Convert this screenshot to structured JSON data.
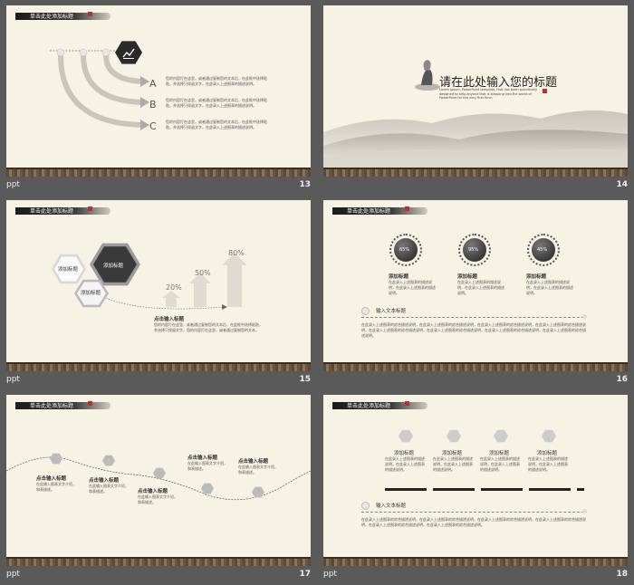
{
  "header_title": "单击此处添加标题",
  "footer_left": "ppt",
  "slides": {
    "s13": {
      "number": "13",
      "letters": [
        "A",
        "B",
        "C"
      ],
      "texts": [
        "您的内容打在这里，或者通过复制您的文本后，在此框中选择粘贴，并选择只保留文字，在此录入上述图表的描述说明。",
        "您的内容打在这里，或者通过复制您的文本后，在此框中选择粘贴，并选择只保留文字，在此录入上述图表的描述说明。",
        "您的内容打在这里，或者通过复制您的文本后，在此框中选择粘贴，并选择只保留文字，在此录入上述图表的描述说明。"
      ]
    },
    "s14": {
      "number": "14",
      "title": "请在此处输入您的标题",
      "subtitle": "Lorem ipsum, PowerPoint template, that has been specifically designed to help anyone that is stepping into the world of PowerPoint for the very first time."
    },
    "s15": {
      "number": "15",
      "hex_labels": [
        "添加标题",
        "添加标题",
        "添加标题"
      ],
      "percents": [
        "20%",
        "50%",
        "80%"
      ],
      "point_title": "点击输入标题",
      "point_text": "您的内容打在这里，或者通过复制您的文本后，在此框中选择粘贴，并选择只保留文字，您的内容打在这里，或者通过复制您的文本。"
    },
    "s16": {
      "number": "16",
      "rings": [
        {
          "value": "65%",
          "title": "添加标题",
          "text": "在此录入上述图表的描述说明，在此录入上述图表的描述说明。"
        },
        {
          "value": "95%",
          "title": "添加标题",
          "text": "在此录入上述图表的描述说明，在此录入上述图表的描述说明。"
        },
        {
          "value": "45%",
          "title": "添加标题",
          "text": "在此录入上述图表的描述说明，在此录入上述图表的描述说明。"
        }
      ],
      "section_title": "输入文本标题",
      "section_text": "在此录入上述图表的综合描述说明，在此录入上述图表的综合描述说明，在此录入上述图表的综合描述说明，在此录入上述图表的综合描述说明，在此录入上述图表的综合描述说明，在此录入上述图表的综合描述说明，在此录入上述图表的综合描述说明，在此录入上述图表的综合描述说明。"
    },
    "s17": {
      "number": "17",
      "points": [
        {
          "title": "点击输入标题",
          "text": "在此输入图表文字介绍，和表描述。"
        },
        {
          "title": "点击输入标题",
          "text": "在此输入图表文字介绍，和表描述。"
        },
        {
          "title": "点击输入标题",
          "text": "在此输入图表文字介绍，和表描述。"
        },
        {
          "title": "点击输入标题",
          "text": "在此输入图表文字介绍，和表描述。"
        },
        {
          "title": "点击输入标题",
          "text": "在此输入图表文字介绍，和表描述。"
        }
      ]
    },
    "s18": {
      "number": "18",
      "cols": [
        {
          "title": "添加标题",
          "text": "在此录入上述图表的描述说明，在此录入上述图表的描述说明。"
        },
        {
          "title": "添加标题",
          "text": "在此录入上述图表的描述说明，在此录入上述图表的描述说明。"
        },
        {
          "title": "添加标题",
          "text": "在此录入上述图表的描述说明，在此录入上述图表的描述说明。"
        },
        {
          "title": "添加标题",
          "text": "在此录入上述图表的描述说明，在此录入上述图表的描述说明。"
        }
      ],
      "section_title": "输入文本标题",
      "section_text": "在此录入上述图表的综合描述说明，在此录入上述图表的综合描述说明，在此录入上述图表的综合描述说明，在此录入上述图表的综合描述说明，在此录入上述图表的综合描述说明，在此录入上述图表的综合描述说明。"
    }
  }
}
